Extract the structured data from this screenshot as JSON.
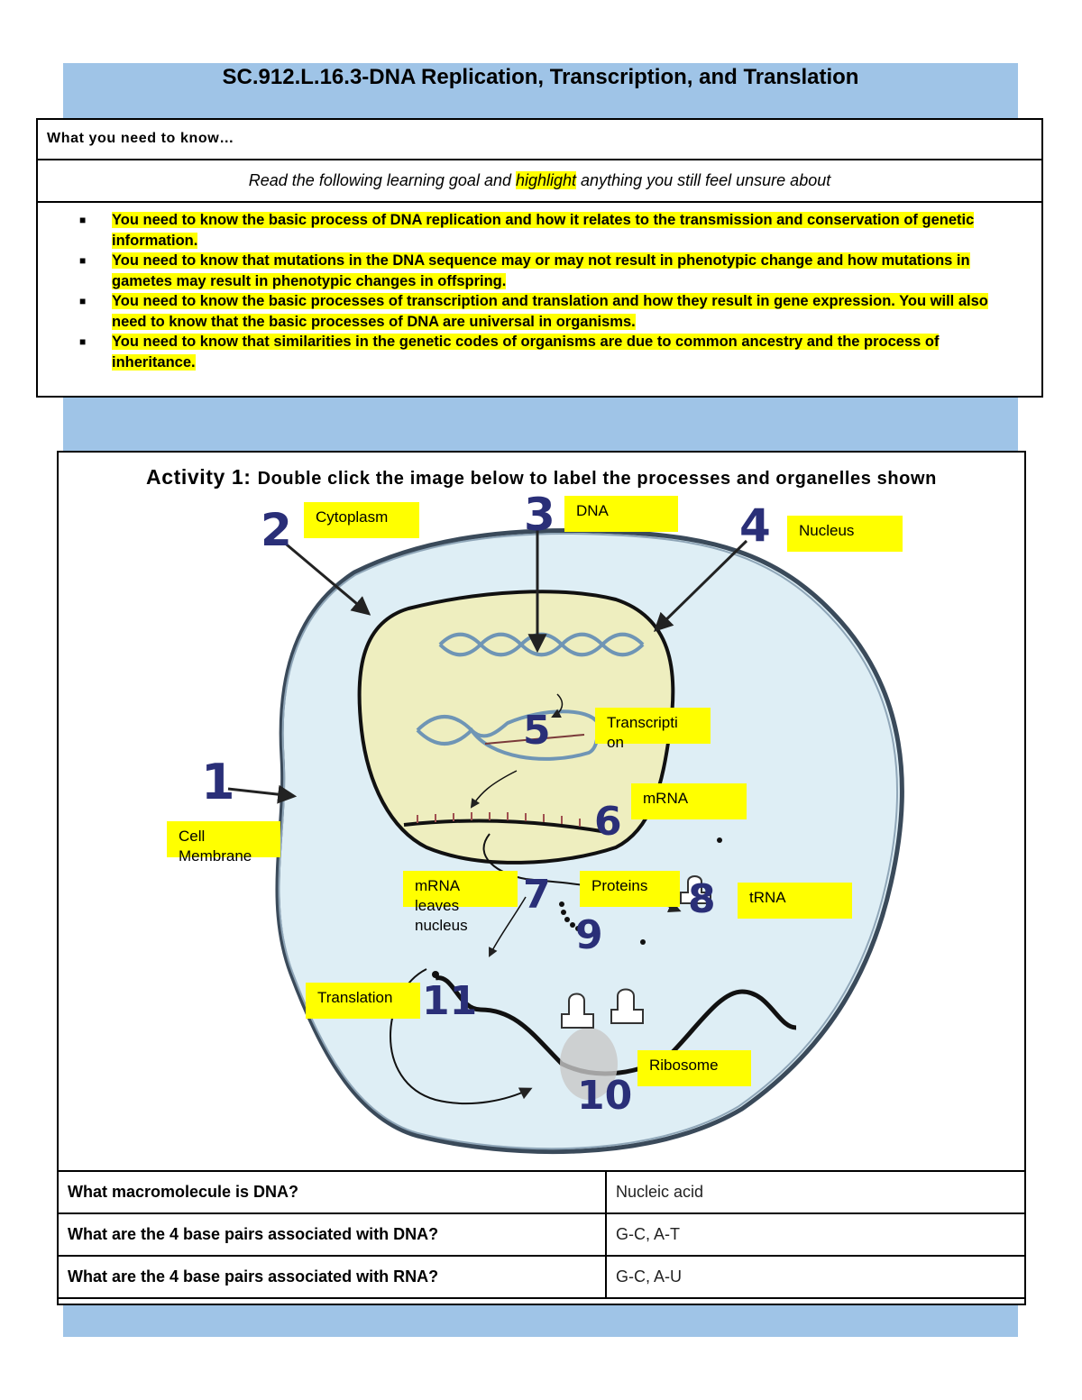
{
  "title": "SC.912.L.16.3-DNA  Replication, Transcription, and Translation",
  "know": {
    "heading": "What you need to know…",
    "instruction_before": "Read the following learning goal and ",
    "instruction_highlight": "highlight",
    "instruction_after": " anything you still feel unsure about",
    "items": [
      "You need to know the basic process of DNA replication and how it relates to the transmission and conservation of genetic information.",
      "You need to know that mutations in the DNA sequence may or may not result in phenotypic change and how mutations in gametes may result in phenotypic changes in offspring.",
      "You need to know the basic processes of transcription and translation and how they result in gene expression. You will also need to know that the basic processes of DNA are universal in organisms.",
      "You need to know that similarities in the genetic codes of organisms are due to common ancestry and the process of inheritance."
    ]
  },
  "activity": {
    "title_prefix": "Activity 1: ",
    "title_rest": "Double click the image below to label the processes and organelles shown",
    "numbers": [
      "1",
      "2",
      "3",
      "4",
      "5",
      "6",
      "7",
      "8",
      "9",
      "10",
      "11"
    ],
    "labels": {
      "cytoplasm": "Cytoplasm",
      "dna": "DNA",
      "nucleus": "Nucleus",
      "transcription": "Transcripti\non",
      "mrna": "mRNA",
      "cell_membrane": "Cell\nMembrane",
      "mrna_leaves": "mRNA\nleaves\nnucleus",
      "proteins": "Proteins",
      "trna": "tRNA",
      "translation": "Translation",
      "ribosome": "Ribosome"
    }
  },
  "questions": [
    {
      "q": "What macromolecule is DNA?",
      "a": "Nucleic acid"
    },
    {
      "q": "What are the 4 base pairs associated with DNA?",
      "a": "G-C, A-T"
    },
    {
      "q": "What are the 4 base pairs associated with RNA?",
      "a": "G-C, A-U"
    }
  ],
  "colors": {
    "band": "#9fc4e7",
    "highlight": "#ffff00",
    "cell": "#deeef5",
    "nucleus": "#eeeebf",
    "number": "#2a2f78"
  }
}
